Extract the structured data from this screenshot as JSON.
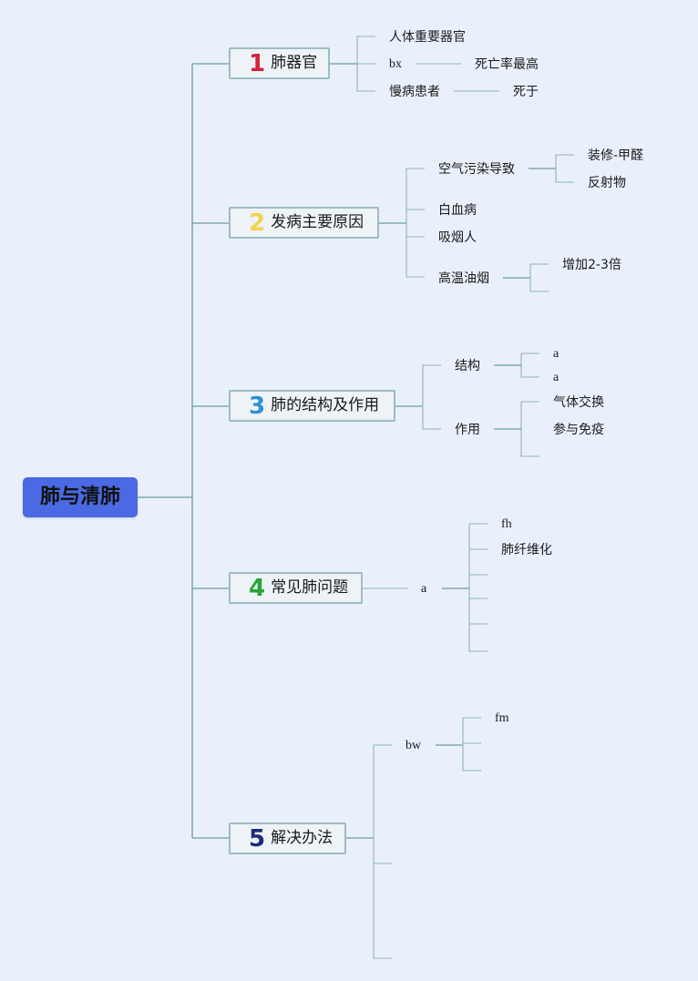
{
  "title": "肺与清肺",
  "colors": {
    "background": "#e9f0fb",
    "root": "#4a69e2",
    "connector": "#6b9ba0",
    "num1": "#d6213a",
    "num2": "#f2d44f",
    "num3": "#2d8fd6",
    "num4": "#27a536",
    "num5": "#1b2b78"
  },
  "branches": [
    {
      "number": "1",
      "label": "肺器官",
      "children": [
        {
          "label": "人体重要器官"
        },
        {
          "label": "bx",
          "children": [
            {
              "label": "死亡率最高"
            }
          ]
        },
        {
          "label": "慢病患者",
          "children": [
            {
              "label": "死于"
            }
          ]
        }
      ]
    },
    {
      "number": "2",
      "label": "发病主要原因",
      "children": [
        {
          "label": "空气污染导致",
          "children": [
            {
              "label": "装修-甲醛"
            },
            {
              "label": "反射物"
            }
          ]
        },
        {
          "label": "白血病"
        },
        {
          "label": "吸烟人"
        },
        {
          "label": "高温油烟",
          "children": [
            {
              "label": "增加2-3倍"
            },
            {
              "label": ""
            }
          ]
        }
      ]
    },
    {
      "number": "3",
      "label": "肺的结构及作用",
      "children": [
        {
          "label": "结构",
          "children": [
            {
              "label": "a"
            },
            {
              "label": "a"
            }
          ]
        },
        {
          "label": "作用",
          "children": [
            {
              "label": "气体交换"
            },
            {
              "label": "参与免疫"
            },
            {
              "label": ""
            }
          ]
        }
      ]
    },
    {
      "number": "4",
      "label": "常见肺问题",
      "children": [
        {
          "label": "a",
          "children": [
            {
              "label": "fh"
            },
            {
              "label": "肺纤维化"
            },
            {
              "label": ""
            },
            {
              "label": ""
            },
            {
              "label": ""
            },
            {
              "label": ""
            }
          ]
        }
      ]
    },
    {
      "number": "5",
      "label": "解决办法",
      "children": [
        {
          "label": "bw",
          "children": [
            {
              "label": "fm"
            },
            {
              "label": ""
            },
            {
              "label": ""
            }
          ]
        },
        {
          "label": ""
        },
        {
          "label": ""
        }
      ]
    }
  ]
}
